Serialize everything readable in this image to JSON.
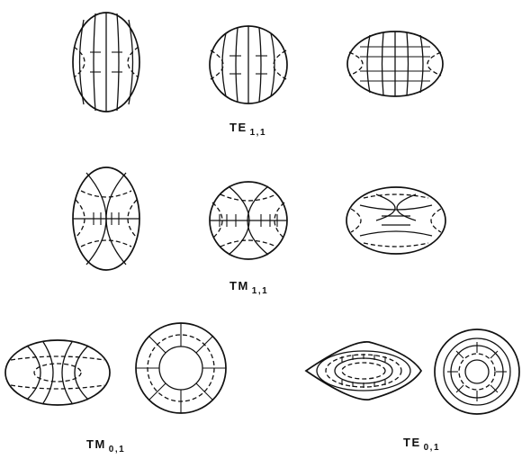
{
  "labels": {
    "te11": {
      "main": "TE",
      "sub": "1,1"
    },
    "tm11": {
      "main": "TM",
      "sub": "1,1"
    },
    "tm01": {
      "main": "TM",
      "sub": "0,1"
    },
    "te01": {
      "main": "TE",
      "sub": "0,1"
    }
  }
}
